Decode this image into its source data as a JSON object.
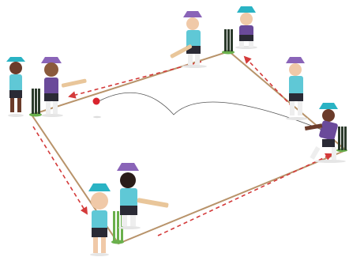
{
  "scene": {
    "colors": {
      "background": "#ffffff",
      "boundary_rope": "#b8936a",
      "run_arrows": "#d43a3a",
      "ball": "#d9232d",
      "ball_path": "#555555",
      "hat": "#8a64b8",
      "hat_alt": "#2ab3c4",
      "shirt_teal": "#5fc8d6",
      "shirt_purple": "#6a4a9a",
      "shorts": "#2a2a35",
      "stumps_green": "#6ab04c",
      "stumps_dark": "#2b3a2b",
      "bat": "#e9c69a"
    },
    "players": [
      {
        "role": "wicketkeeper",
        "hat": "teal-hat-icon"
      },
      {
        "role": "batter",
        "hat": "purple-hat-icon"
      },
      {
        "role": "batter",
        "hat": "purple-hat-icon"
      },
      {
        "role": "fielder",
        "hat": "teal-hat-icon"
      },
      {
        "role": "fielder",
        "hat": "purple-hat-icon"
      },
      {
        "role": "bowler",
        "hat": "teal-hat-icon"
      },
      {
        "role": "wicketkeeper",
        "hat": "teal-hat-icon"
      },
      {
        "role": "batter",
        "hat": "purple-hat-icon"
      }
    ],
    "wickets": 4,
    "arrows": 4
  }
}
